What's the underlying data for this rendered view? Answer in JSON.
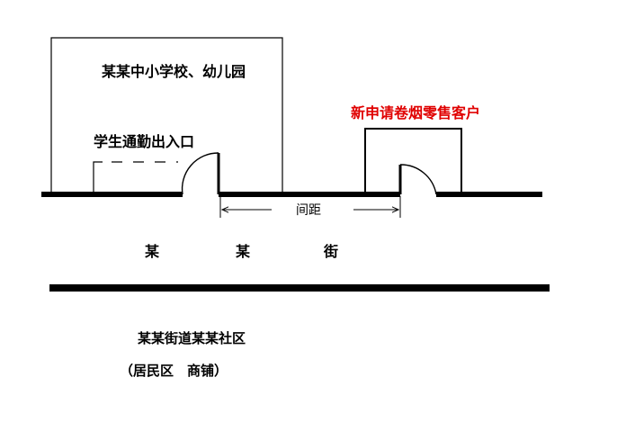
{
  "labels": {
    "school": "某某中小学校、幼儿园",
    "school_entrance": "学生通勤出入口",
    "shop": "新申请卷烟零售客户",
    "distance": "间距",
    "street_char_1": "某",
    "street_char_2": "某",
    "street_char_3": "街",
    "community": "某某街道某某社区",
    "community_note": "（居民区　商铺）"
  },
  "colors": {
    "ink": "#000000",
    "shop_label": "#e00000",
    "background": "#ffffff"
  }
}
